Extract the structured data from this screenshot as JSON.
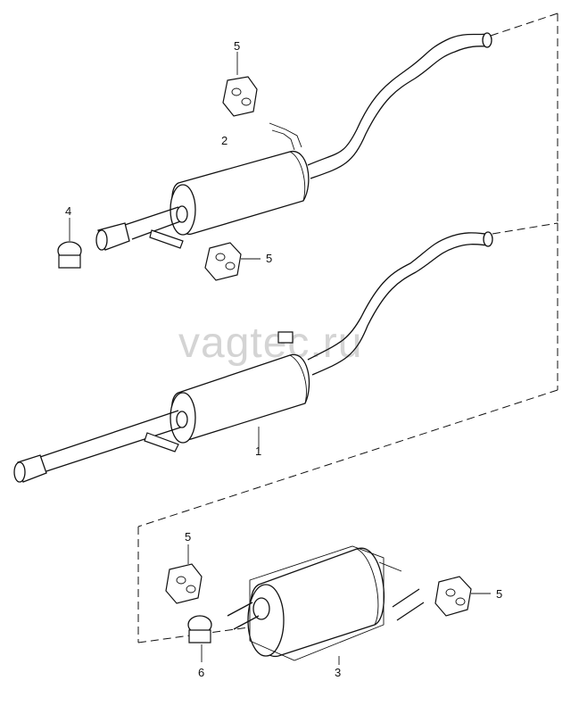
{
  "watermark": "vagtec.ru",
  "callouts": {
    "c2": "2",
    "c4": "4",
    "c5_top": "5",
    "c5_mid": "5",
    "c1": "1",
    "c5_bottom_left": "5",
    "c5_bottom_right": "5",
    "c6": "6",
    "c3": "3"
  }
}
